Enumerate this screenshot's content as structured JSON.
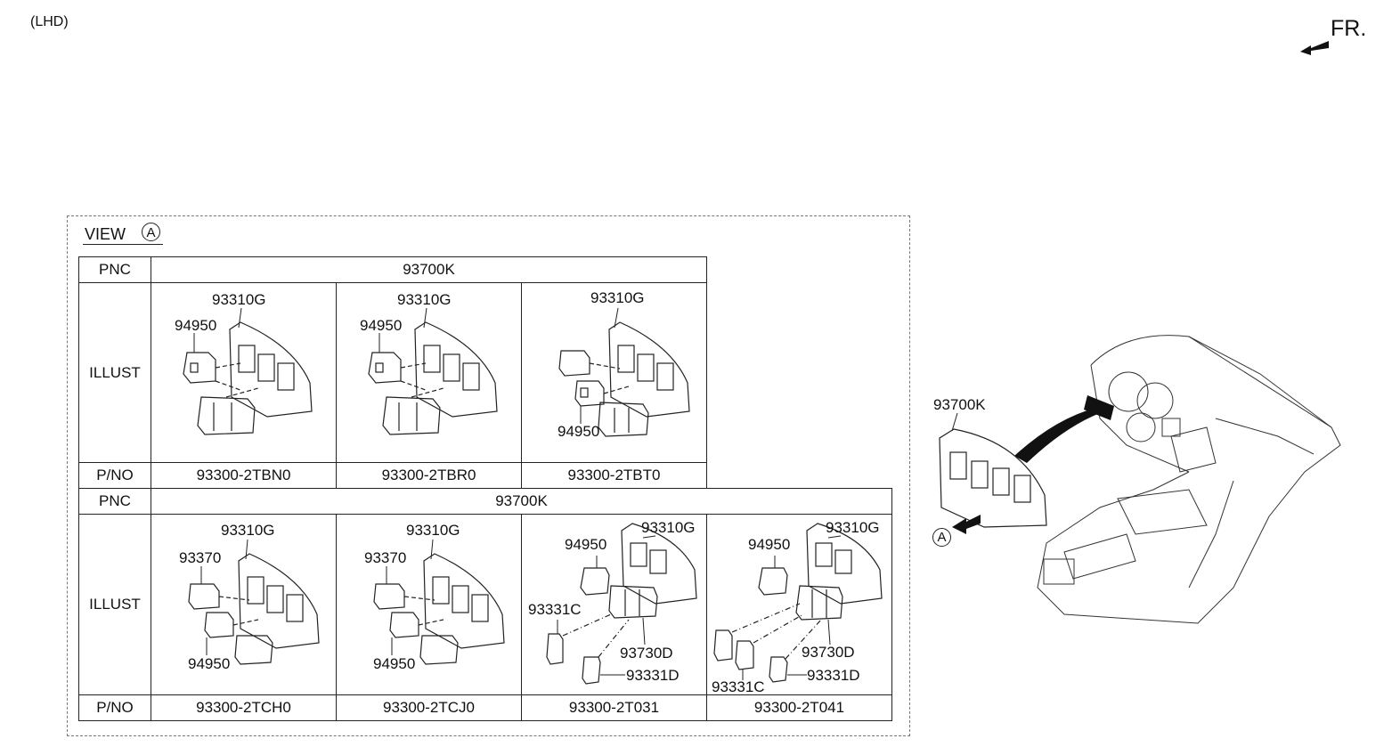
{
  "header": {
    "variant": "(LHD)",
    "front_label": "FR."
  },
  "view": {
    "label": "VIEW",
    "marker": "A"
  },
  "table_top": {
    "row_labels": {
      "pnc": "PNC",
      "illust": "ILLUST",
      "pno": "P/NO"
    },
    "pnc_value": "93700K",
    "columns": [
      {
        "callouts": [
          "93310G",
          "94950"
        ],
        "pno": "93300-2TBN0"
      },
      {
        "callouts": [
          "93310G",
          "94950"
        ],
        "pno": "93300-2TBR0"
      },
      {
        "callouts": [
          "93310G",
          "94950"
        ],
        "pno": "93300-2TBT0"
      }
    ]
  },
  "table_bottom": {
    "row_labels": {
      "pnc": "PNC",
      "illust": "ILLUST",
      "pno": "P/NO"
    },
    "pnc_value": "93700K",
    "columns": [
      {
        "callouts": [
          "93310G",
          "93370",
          "94950"
        ],
        "pno": "93300-2TCH0"
      },
      {
        "callouts": [
          "93310G",
          "93370",
          "94950"
        ],
        "pno": "93300-2TCJ0"
      },
      {
        "callouts": [
          "94950",
          "93310G",
          "93331C",
          "93730D",
          "93331D"
        ],
        "pno": "93300-2T031"
      },
      {
        "callouts": [
          "94950",
          "93310G",
          "93730D",
          "93331C",
          "93331D"
        ],
        "pno": "93300-2T041"
      }
    ]
  },
  "overview": {
    "part_label": "93700K",
    "view_marker": "A"
  }
}
